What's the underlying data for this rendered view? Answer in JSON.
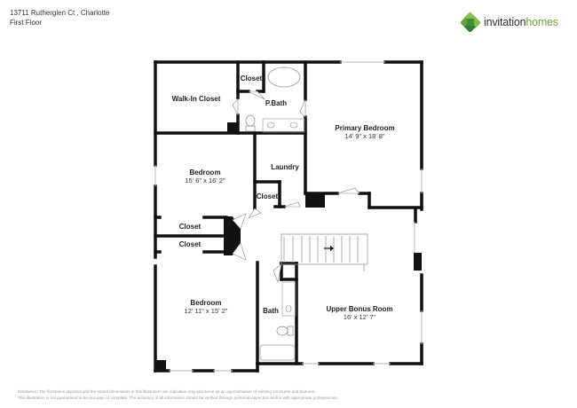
{
  "header": {
    "address": "13711 Rutherglen Ct , Charlotte",
    "floor": "First Floor"
  },
  "logo": {
    "icon": "invitation-homes-leaf-icon",
    "text_part1": "invitation",
    "text_part2": "homes",
    "brand_color": "#6aa83b"
  },
  "rooms": [
    {
      "name": "Walk-In Closet",
      "dims": ""
    },
    {
      "name": "Closet",
      "dims": ""
    },
    {
      "name": "P.Bath",
      "dims": ""
    },
    {
      "name": "Primary Bedroom",
      "dims": "14' 9\" x 18' 8\""
    },
    {
      "name": "Bedroom",
      "dims": "15' 6\" x 16' 2\""
    },
    {
      "name": "Laundry",
      "dims": ""
    },
    {
      "name": "Closet",
      "dims": ""
    },
    {
      "name": "Closet",
      "dims": ""
    },
    {
      "name": "Closet",
      "dims": ""
    },
    {
      "name": "Bedroom",
      "dims": "12' 11\" x 15' 2\""
    },
    {
      "name": "Bath",
      "dims": ""
    },
    {
      "name": "Upper Bonus Room",
      "dims": "16' x 12' 7\""
    }
  ],
  "disclaimer": {
    "line1": "Disclaimer: The floorplans depicted and the stated dimensions in this illustration are indicative only and serve as an approximation of existing structures and features.",
    "line2": "This illustration is not guaranteed to be accurate or complete. The accuracy of all information should be verified through personal inspection and/or with appropriate professionals."
  }
}
